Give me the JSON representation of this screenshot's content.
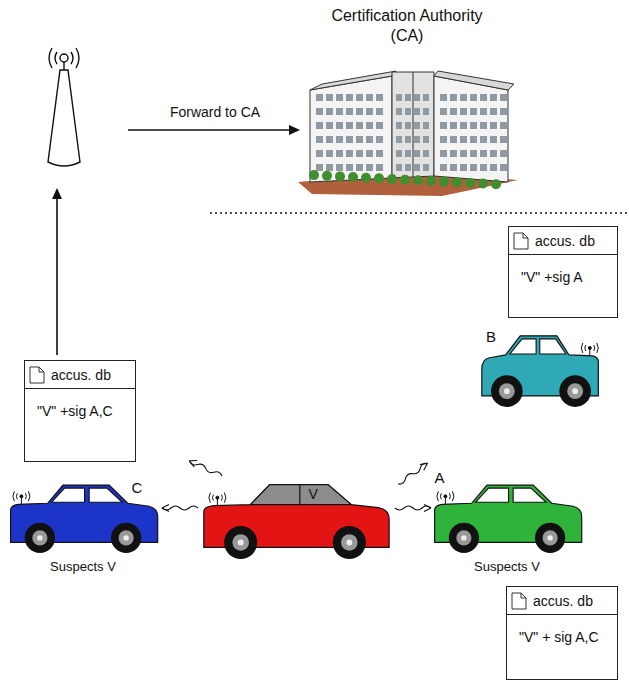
{
  "diagram": {
    "nodes": [
      {
        "text": [
          "Certification Authority (CA)"
        ]
      },
      {
        "text": [
          "accus. db",
          "\"V\" +sig A"
        ]
      },
      {
        "text": [
          "B"
        ]
      },
      {
        "text": [
          "accus. db",
          "\"V\" +sig A,C"
        ]
      },
      {
        "text": [
          "C",
          "Suspects V"
        ]
      },
      {
        "text": [
          "V"
        ]
      },
      {
        "text": [
          "A",
          "Suspects V"
        ]
      },
      {
        "text": [
          "accus. db",
          "\"V\" + sig A,C"
        ]
      }
    ],
    "labels": [
      "Forward to CA"
    ]
  }
}
